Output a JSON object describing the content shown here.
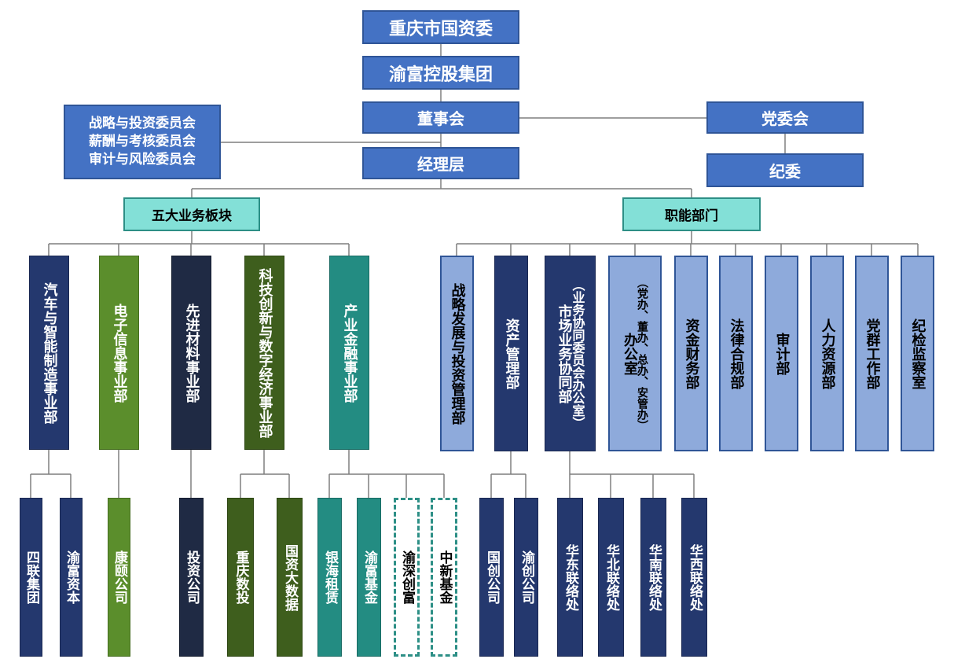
{
  "colors": {
    "blue": "#4472c4",
    "teal_light": "#83e0d7",
    "navy": "#24386e",
    "green": "#5b8e2c",
    "dark": "#1f2a44",
    "olive": "#3e5e1d",
    "teal_dark": "#238c82",
    "blue_light": "#8eaadb",
    "connector": "#7f7f7f"
  },
  "nodes": {
    "guoziwei": "重庆市国资委",
    "yufu": "渝富控股集团",
    "board": "董事会",
    "party": "党委会",
    "discipline": "纪委",
    "committees": [
      "战略与投资委员会",
      "薪酬与考核委员会",
      "审计与风险委员会"
    ],
    "management": "经理层",
    "business_segments": "五大业务板块",
    "functional_depts": "职能部门",
    "auto_div": "汽车与智能制造事业部",
    "elec_div": "电子信息事业部",
    "material_div": "先进材料事业部",
    "tech_div": "科技创新与数字经济事业部",
    "finance_div": "产业金融事业部",
    "strategy_dept": "战略发展与投资管理部",
    "asset_dept": "资产管理部",
    "market_dept": [
      "（业务协同委员会办公室）",
      "市场业务协同部"
    ],
    "office_dept": [
      "（党办、董办、总办、安管办）",
      "办公室"
    ],
    "fund_dept": "资金财务部",
    "legal_dept": "法律合规部",
    "audit_dept": "审计部",
    "hr_dept": "人力资源部",
    "party_work_dept": "党群工作部",
    "supervision_dept": "纪检监察室",
    "silian": "四联集团",
    "yufu_capital": "渝富资本",
    "kangyi": "康颐公司",
    "invest_co": "投资公司",
    "cq_digital": "重庆数投",
    "guozi_bigdata": "国资大数据",
    "yinhai": "银海租赁",
    "yufu_fund": "渝富基金",
    "yushen": "渝深创富",
    "zhongxin": "中新基金",
    "guochuang": "国创公司",
    "yuchuang": "渝创公司",
    "huadong": "华东联络处",
    "huabei": "华北联络处",
    "huanan": "华南联络处",
    "huaxi": "华西联络处"
  }
}
